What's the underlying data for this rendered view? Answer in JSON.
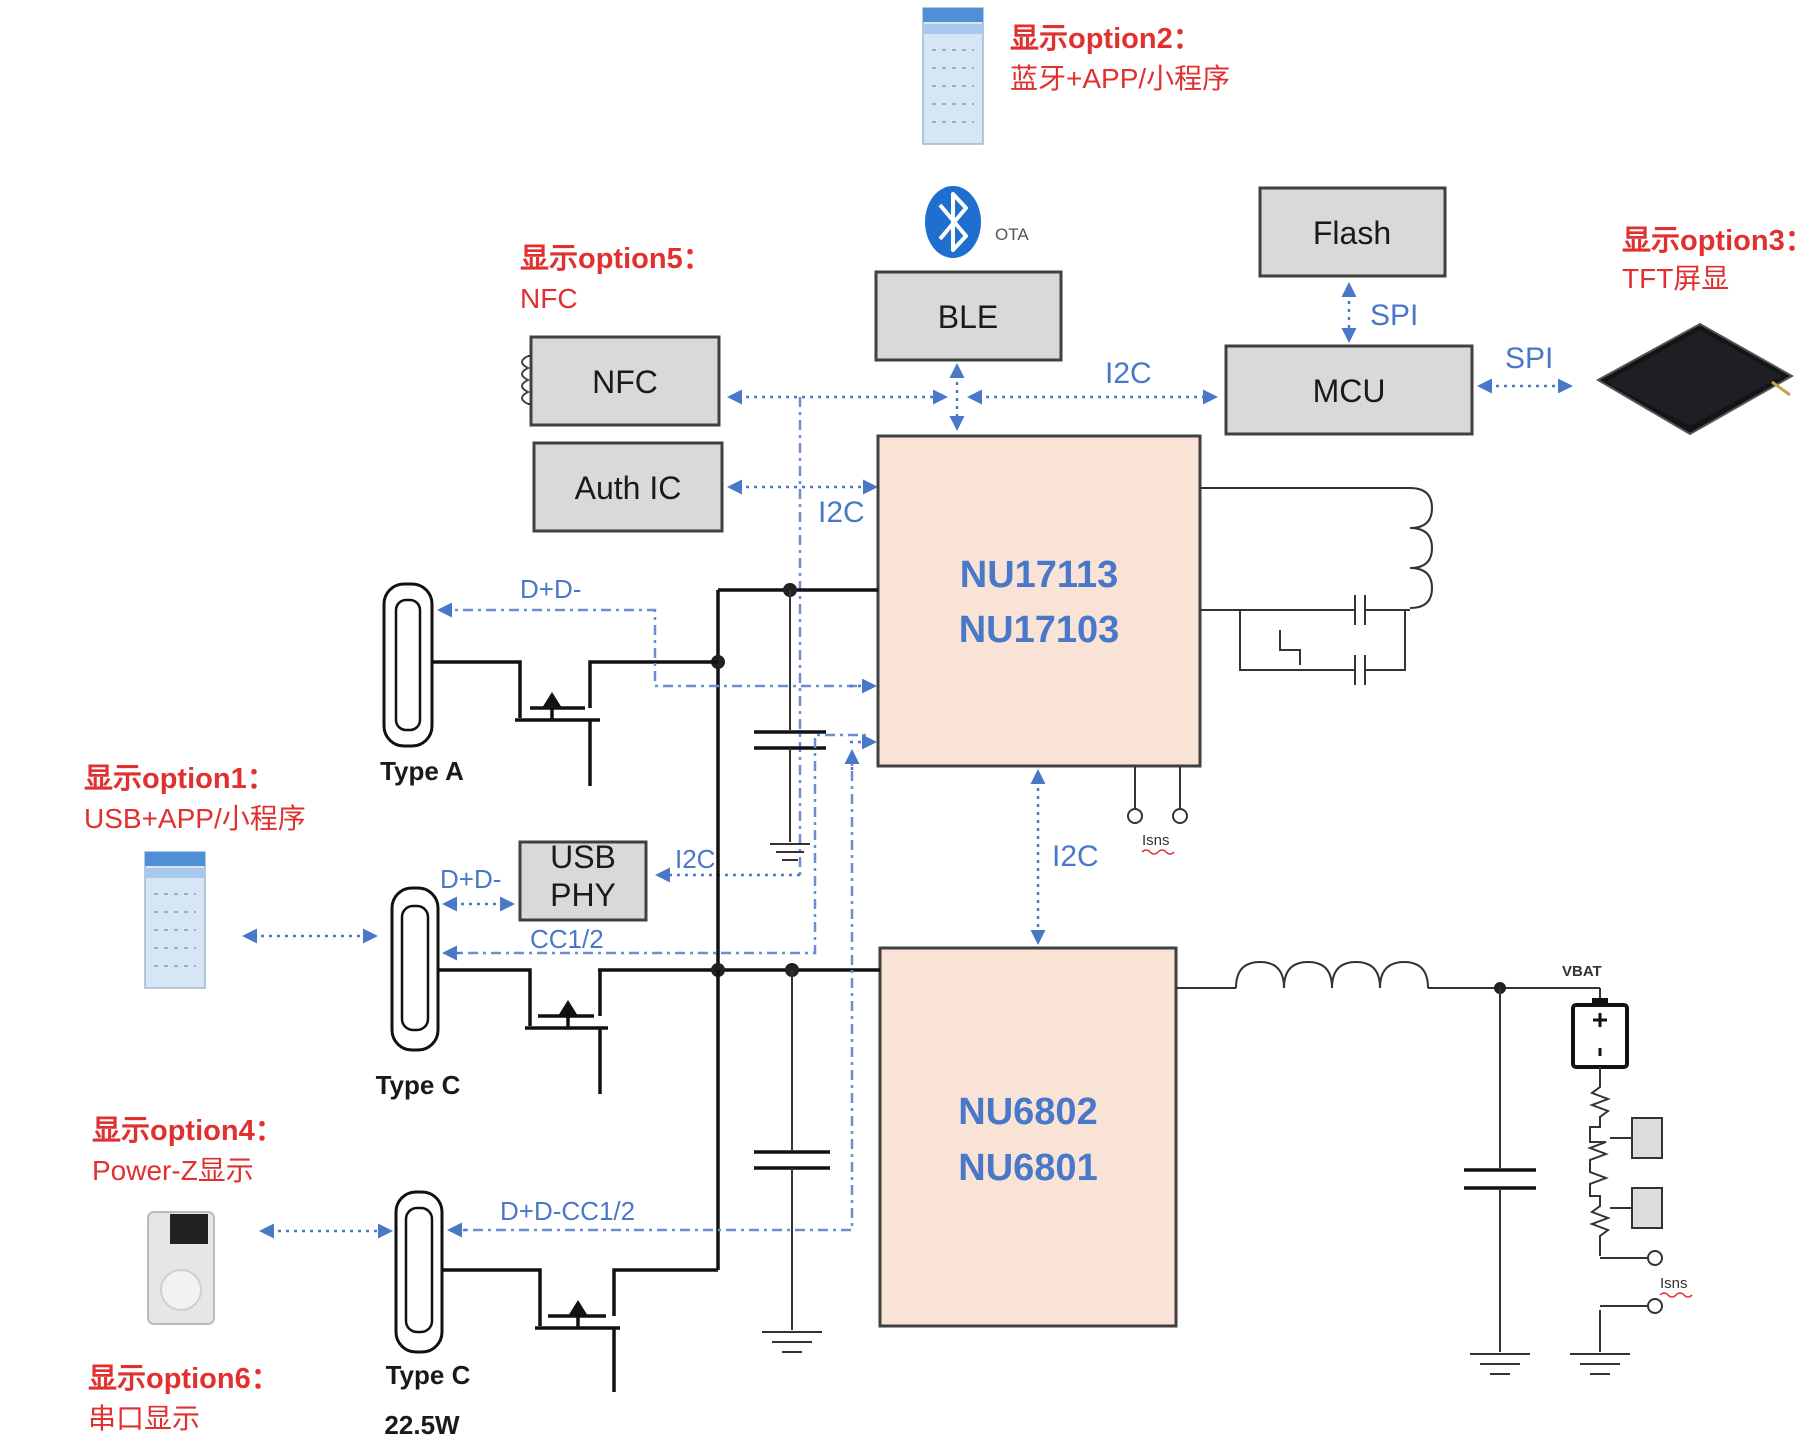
{
  "blocks": {
    "flash": "Flash",
    "ble": "BLE",
    "ota": "OTA",
    "mcu": "MCU",
    "nfc": "NFC",
    "auth_ic": "Auth IC",
    "usb_phy_line1": "USB",
    "usb_phy_line2": "PHY",
    "chip1_line1": "NU17113",
    "chip1_line2": "NU17103",
    "chip2_line1": "NU6802",
    "chip2_line2": "NU6801"
  },
  "buses": {
    "spi_flash": "SPI",
    "spi_tft": "SPI",
    "i2c_ble_mcu": "I2C",
    "i2c_auth": "I2C",
    "i2c_chips": "I2C",
    "i2c_usbphy": "I2C",
    "typea_data": "D+D-",
    "typec1_data": "D+D-",
    "typec1_cc": "CC1/2",
    "typec2_data": "D+D-CC1/2"
  },
  "ports": {
    "type_a": "Type A",
    "type_c1": "Type C",
    "type_c2": "Type C",
    "type_c2_power": "22.5W"
  },
  "labels": {
    "vbat": "VBAT",
    "isns_top": "Isns",
    "isns_bottom": "Isns"
  },
  "options": {
    "opt1_title": "显示option1：",
    "opt1_desc": "USB+APP/小程序",
    "opt2_title": "显示option2：",
    "opt2_desc": "蓝牙+APP/小程序",
    "opt3_title": "显示option3：",
    "opt3_desc": "TFT屏显",
    "opt4_title": "显示option4：",
    "opt4_desc": "Power-Z显示",
    "opt5_title": "显示option5：",
    "opt5_desc": "NFC",
    "opt6_title": "显示option6：",
    "opt6_desc": "串口显示"
  },
  "colors": {
    "bus_blue": "#4a78c8",
    "option_red": "#e03030",
    "block_grey": "#d9d9d9",
    "chip_peach": "#f9e3d7"
  },
  "icons": [
    "bluetooth-icon",
    "phone-app-icon",
    "tft-screen-icon",
    "power-z-meter-icon",
    "nfc-coil-icon",
    "battery-icon",
    "ground-icon"
  ]
}
